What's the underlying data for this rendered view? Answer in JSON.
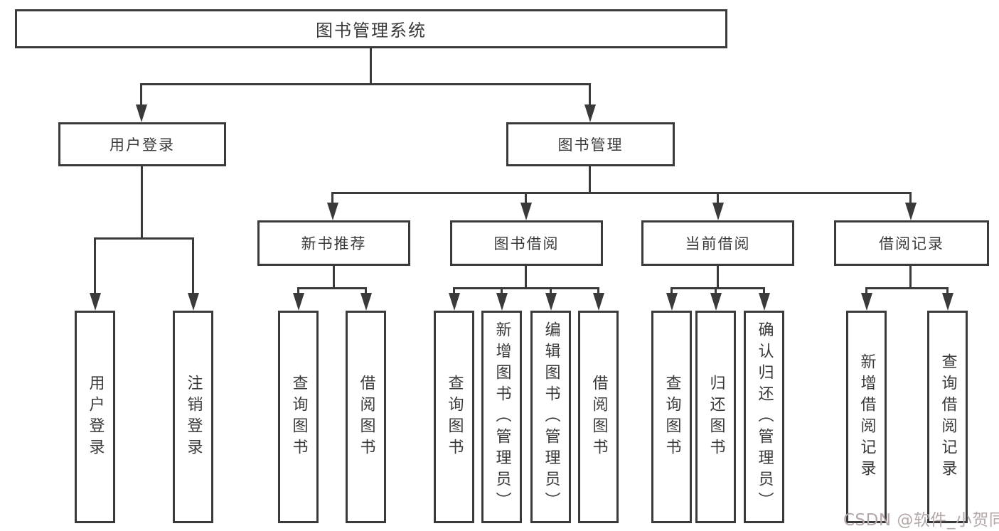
{
  "tree": {
    "root": {
      "label": "图书管理系统",
      "children": [
        {
          "label": "用户登录",
          "children": [
            {
              "label": "用户登录"
            },
            {
              "label": "注销登录"
            }
          ]
        },
        {
          "label": "图书管理",
          "children": [
            {
              "label": "新书推荐",
              "children": [
                {
                  "label": "查询图书"
                },
                {
                  "label": "借阅图书"
                }
              ]
            },
            {
              "label": "图书借阅",
              "children": [
                {
                  "label": "查询图书"
                },
                {
                  "label": "新增图书（管理员）"
                },
                {
                  "label": "编辑图书（管理员）"
                },
                {
                  "label": "借阅图书"
                }
              ]
            },
            {
              "label": "当前借阅",
              "children": [
                {
                  "label": "查询图书"
                },
                {
                  "label": "归还图书"
                },
                {
                  "label": "确认归还（管理员）"
                }
              ]
            },
            {
              "label": "借阅记录",
              "children": [
                {
                  "label": "新增借阅记录"
                },
                {
                  "label": "查询借阅记录"
                }
              ]
            }
          ]
        }
      ]
    }
  },
  "watermark": {
    "text": "CSDN @软件_小贺同学"
  },
  "colors": {
    "line": "#3a3a3a",
    "text": "#3a3a3a",
    "background": "#ffffff",
    "watermark": "#b4a8a8"
  }
}
